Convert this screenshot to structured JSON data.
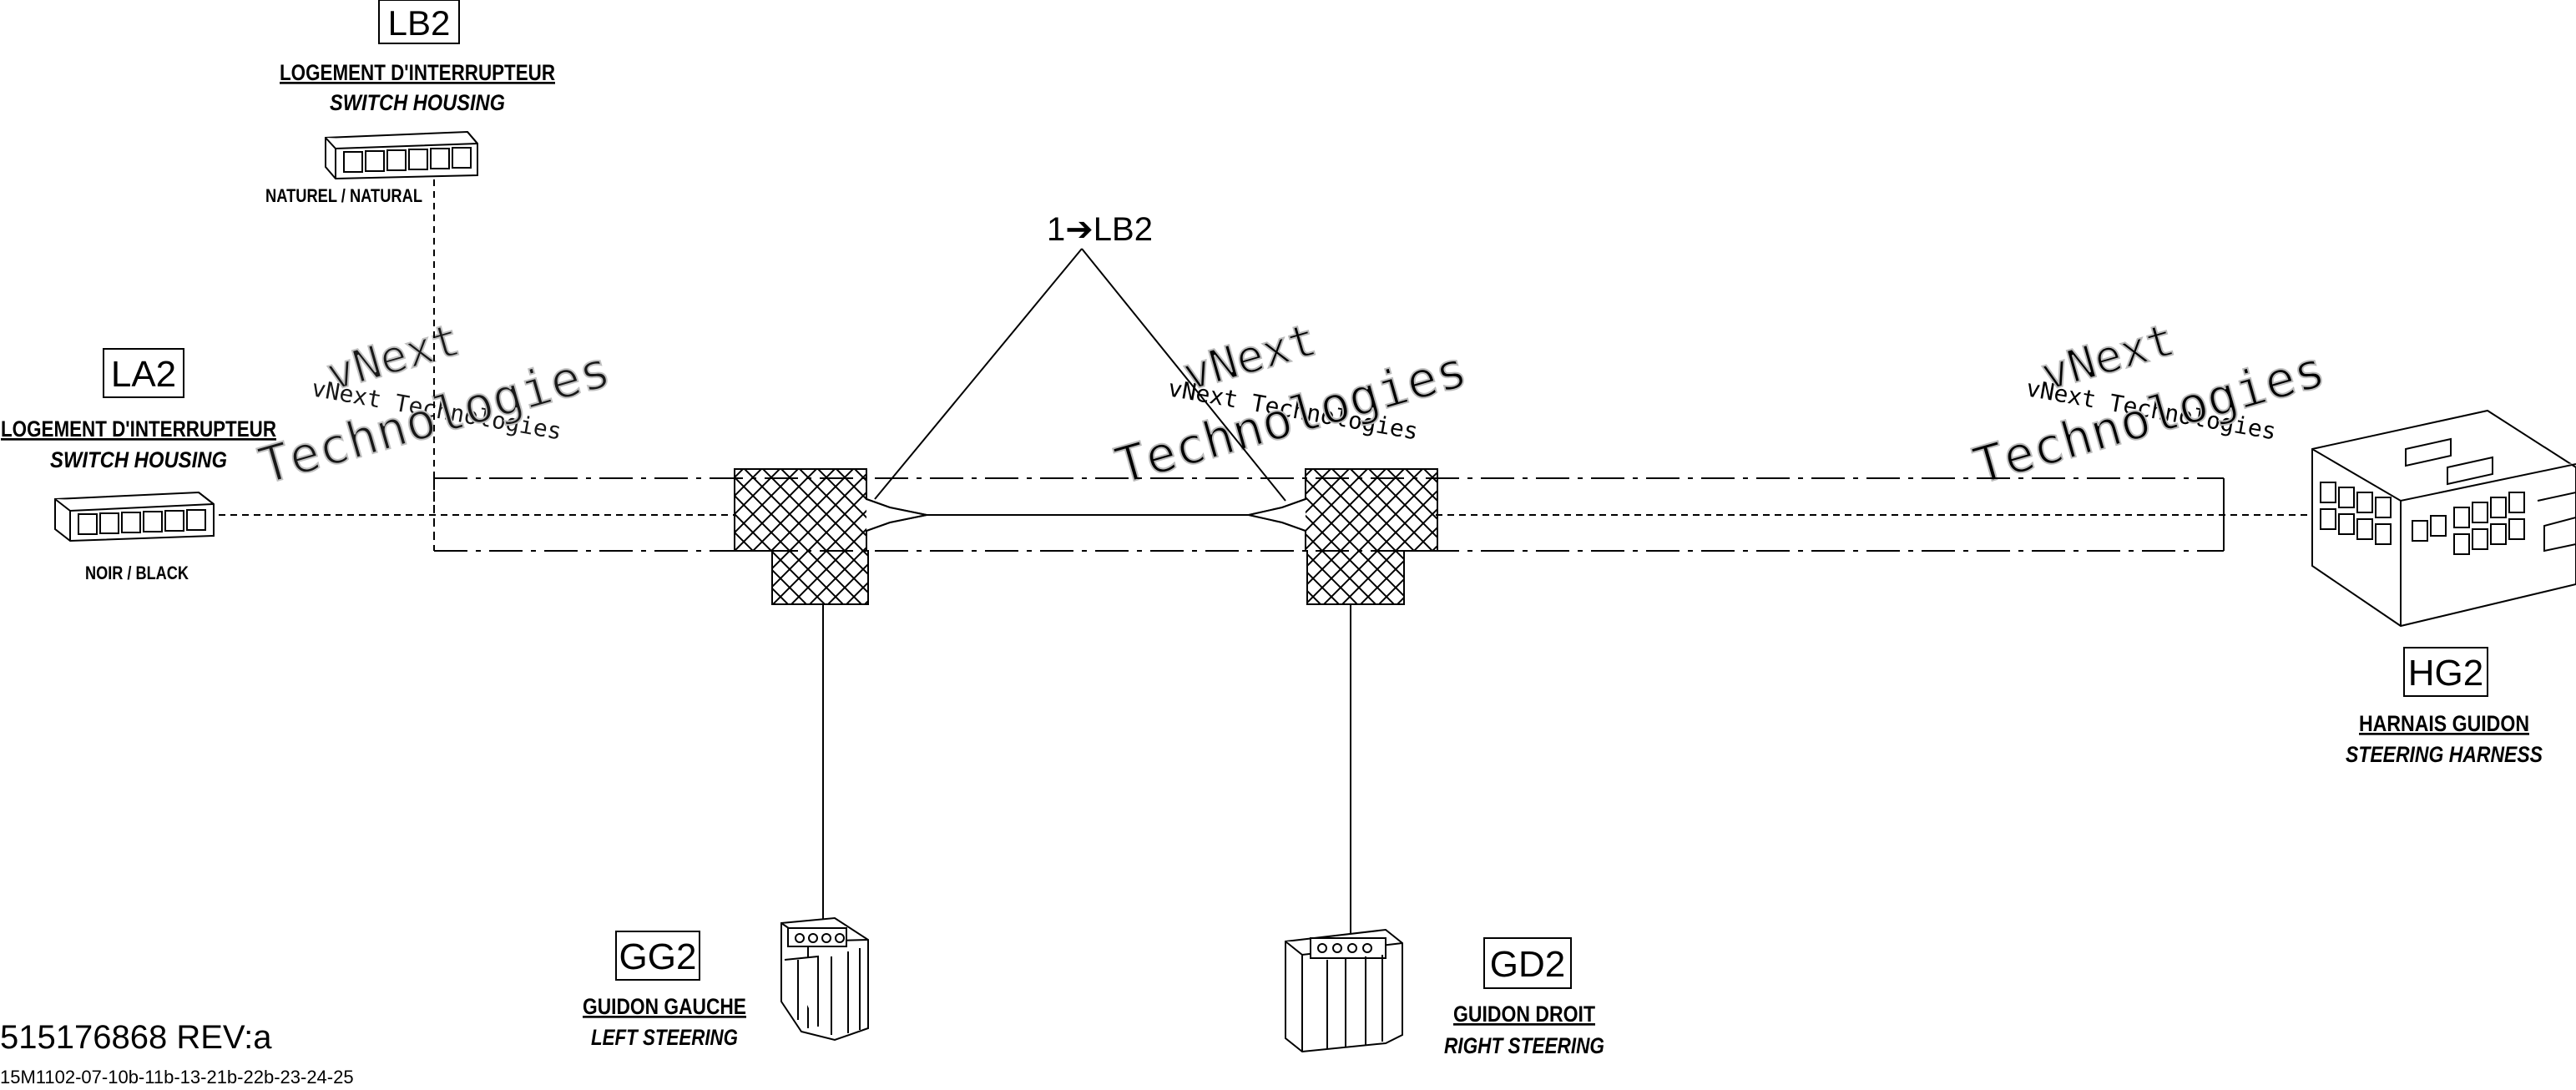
{
  "connectors": {
    "lb2": {
      "code": "LB2",
      "name_fr": "LOGEMENT D'INTERRUPTEUR",
      "name_en": "SWITCH HOUSING",
      "color": "NATUREL / NATURAL"
    },
    "la2": {
      "code": "LA2",
      "name_fr": "LOGEMENT D'INTERRUPTEUR",
      "name_en": "SWITCH HOUSING",
      "color": "NOIR / BLACK"
    },
    "hg2": {
      "code": "HG2",
      "name_fr": "HARNAIS GUIDON",
      "name_en": "STEERING HARNESS"
    },
    "gg2": {
      "code": "GG2",
      "name_fr": "GUIDON GAUCHE",
      "name_en": "LEFT STEERING"
    },
    "gd2": {
      "code": "GD2",
      "name_fr": "GUIDON DROIT",
      "name_en": "RIGHT STEERING"
    }
  },
  "callout": {
    "label": "1➔LB2"
  },
  "watermark": {
    "line1": "vNext",
    "line2": "Technologies",
    "small": "vNext Technologies"
  },
  "footer": {
    "part_number": "515176868 REV:a",
    "reference": "15M1102-07-10b-11b-13-21b-22b-23-24-25"
  },
  "colors": {
    "line": "#000000",
    "watermark": "#bdbdbd"
  }
}
